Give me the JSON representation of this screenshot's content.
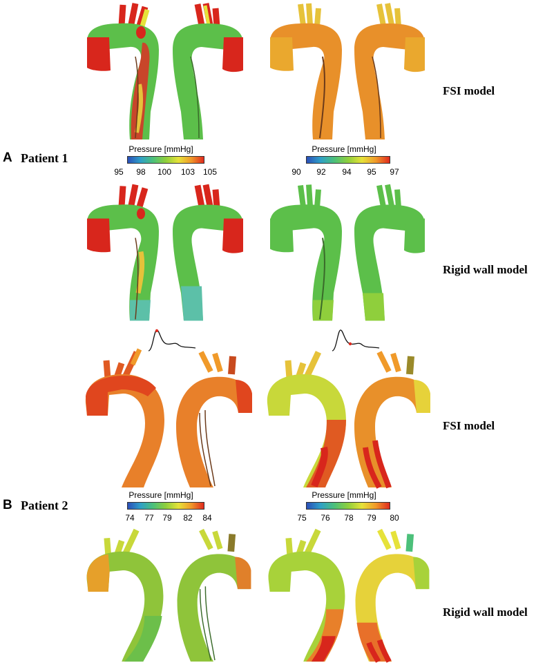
{
  "panels": [
    {
      "letter": "A",
      "patient": "Patient 1",
      "models": [
        "FSI model",
        "Rigid wall model"
      ],
      "colorbars": [
        {
          "title": "Pressure [mmHg]",
          "ticks": [
            "95",
            "98",
            "100",
            "103",
            "105"
          ]
        },
        {
          "title": "Pressure [mmHg]",
          "ticks": [
            "90",
            "92",
            "94",
            "95",
            "97"
          ]
        }
      ]
    },
    {
      "letter": "B",
      "patient": "Patient 2",
      "models": [
        "FSI model",
        "Rigid wall model"
      ],
      "colorbars": [
        {
          "title": "Pressure [mmHg]",
          "ticks": [
            "74",
            "77",
            "79",
            "82",
            "84"
          ]
        },
        {
          "title": "Pressure [mmHg]",
          "ticks": [
            "75",
            "76",
            "78",
            "79",
            "80"
          ]
        }
      ]
    }
  ],
  "colormap": [
    "#2b4fb8",
    "#2fa0c8",
    "#4cc07a",
    "#8fcf3c",
    "#e6e23a",
    "#f09a2a",
    "#e02a1e"
  ]
}
